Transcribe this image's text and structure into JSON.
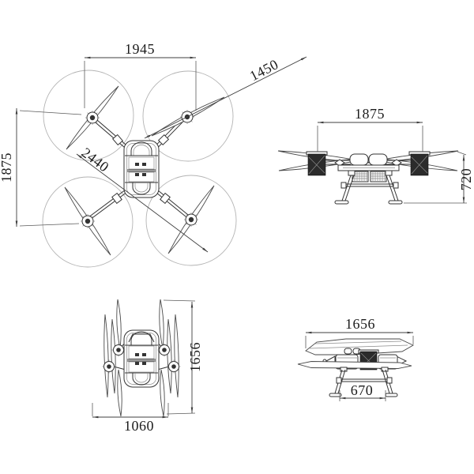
{
  "dimensions": {
    "top_view": {
      "width": "1945",
      "prop_line": "1450",
      "diagonal": "2440",
      "depth": "1875"
    },
    "front_view": {
      "width": "1875",
      "height": "720"
    },
    "folded_top_view": {
      "length": "1656",
      "width": "1060"
    },
    "folded_front_view": {
      "length": "1656",
      "leg_span": "670"
    }
  }
}
